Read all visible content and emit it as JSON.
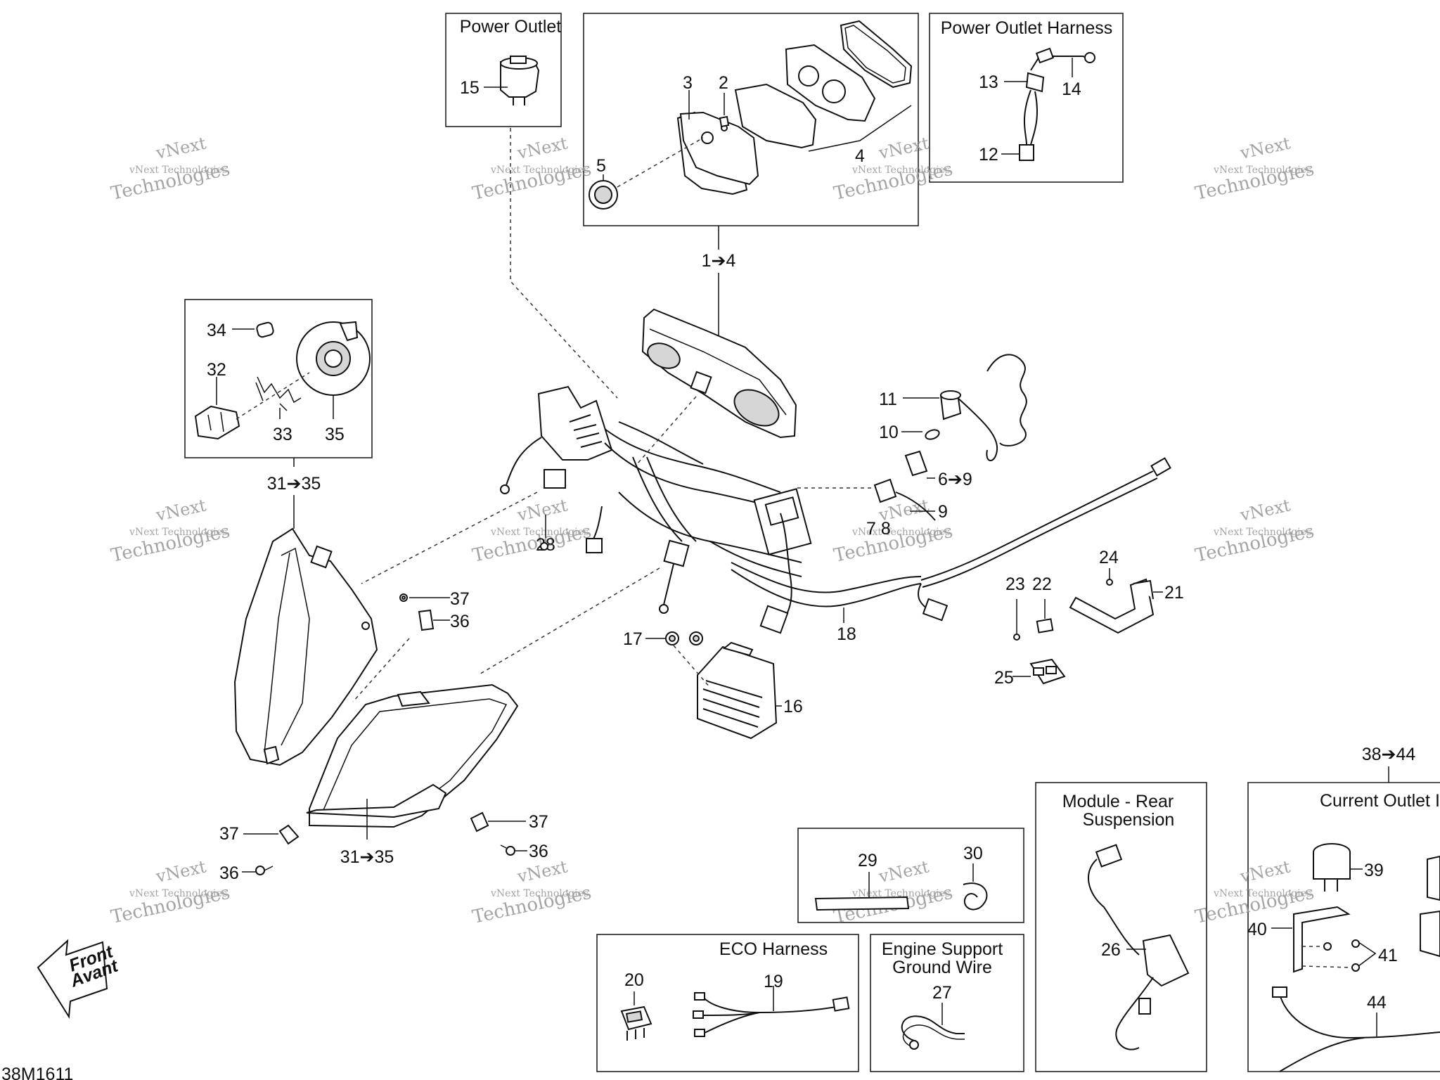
{
  "titles": {
    "power_outlet": "Power Outlet",
    "power_outlet_harness": "Power Outlet Harness",
    "eco_harness": "ECO Harness",
    "engine_support_ground_wire_l1": "Engine Support",
    "engine_support_ground_wire_l2": "Ground Wire",
    "module_rear_suspension_l1": "Module - Rear",
    "module_rear_suspension_l2": "Suspension",
    "current_outlet": "Current Outlet I"
  },
  "group_refs": {
    "cluster": "1➔4",
    "headlight_upper": "31➔35",
    "headlight_lower": "31➔35",
    "switch": "6➔9",
    "current_outlet": "38➔44",
    "connector_7_8": "7 8",
    "connector_28": "28"
  },
  "callouts": {
    "p2": "2",
    "p3": "3",
    "p4": "4",
    "p5": "5",
    "p9": "9",
    "p10": "10",
    "p11": "11",
    "p12": "12",
    "p13": "13",
    "p14": "14",
    "p15": "15",
    "p16": "16",
    "p17": "17",
    "p18": "18",
    "p19": "19",
    "p20": "20",
    "p21": "21",
    "p22": "22",
    "p23": "23",
    "p24": "24",
    "p25": "25",
    "p26": "26",
    "p27": "27",
    "p29": "29",
    "p30": "30",
    "p32": "32",
    "p33": "33",
    "p34": "34",
    "p35": "35",
    "p36a": "36",
    "p36b": "36",
    "p36c": "36",
    "p37a": "37",
    "p37b": "37",
    "p37c": "37",
    "p39": "39",
    "p40": "40",
    "p41": "41",
    "p44": "44"
  },
  "front_arrow": {
    "line1": "Front",
    "line2": "Avant"
  },
  "watermark": {
    "line1": "vNext Technologies",
    "line2": "vNext",
    "line3": "Technologies"
  },
  "figure_code": "38M1611",
  "colors": {
    "line": "#111111",
    "watermark": "#9a9a9a",
    "fill_dark": "#d6d6d6"
  }
}
